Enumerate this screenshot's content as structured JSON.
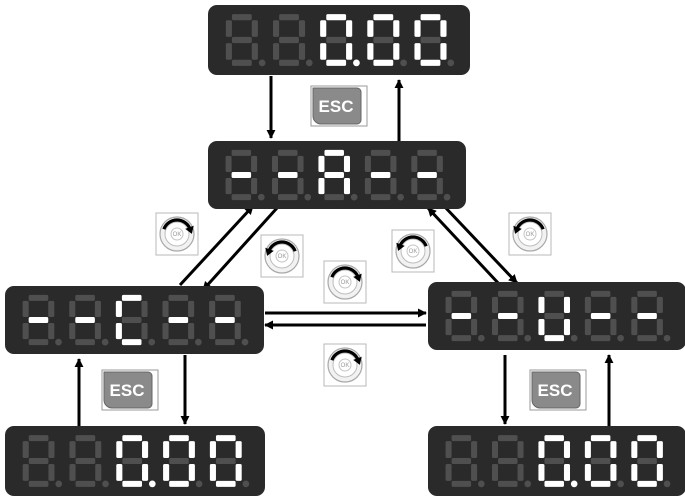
{
  "displays": [
    {
      "name": "display-top-value",
      "digits": [
        "8",
        "8",
        "0",
        "0",
        "0"
      ],
      "lit": [
        false,
        false,
        true,
        true,
        true
      ],
      "dot_lit": [
        false,
        false,
        true,
        false,
        false
      ]
    },
    {
      "name": "display-menu-a",
      "digits": [
        "-",
        "-",
        "A",
        "-",
        "-"
      ],
      "lit": [
        true,
        true,
        true,
        true,
        true
      ],
      "dot_lit": [
        false,
        false,
        false,
        false,
        false
      ]
    },
    {
      "name": "display-menu-c",
      "digits": [
        "-",
        "-",
        "C",
        "-",
        "-"
      ],
      "lit": [
        true,
        true,
        true,
        true,
        true
      ],
      "dot_lit": [
        false,
        false,
        false,
        false,
        false
      ]
    },
    {
      "name": "display-menu-u",
      "digits": [
        "-",
        "-",
        "U",
        "-",
        "-"
      ],
      "lit": [
        true,
        true,
        true,
        true,
        true
      ],
      "dot_lit": [
        false,
        false,
        false,
        false,
        false
      ]
    },
    {
      "name": "display-bottom-left-value",
      "digits": [
        "8",
        "8",
        "0",
        "0",
        "0"
      ],
      "lit": [
        false,
        false,
        true,
        true,
        true
      ],
      "dot_lit": [
        false,
        false,
        true,
        false,
        false
      ]
    },
    {
      "name": "display-bottom-right-value",
      "digits": [
        "8",
        "8",
        "0",
        "0",
        "0"
      ],
      "lit": [
        false,
        false,
        true,
        true,
        true
      ],
      "dot_lit": [
        false,
        false,
        true,
        false,
        false
      ]
    }
  ],
  "buttons": [
    {
      "name": "esc-button-top",
      "label": "ESC"
    },
    {
      "name": "esc-button-bottom-left",
      "label": "ESC"
    },
    {
      "name": "esc-button-bottom-right",
      "label": "ESC"
    }
  ],
  "ok_knobs": [
    {
      "name": "ok-knob-clockwise-left",
      "label": "OK",
      "direction": "clockwise"
    },
    {
      "name": "ok-knob-counterclockwise-left",
      "label": "OK",
      "direction": "counterclockwise"
    },
    {
      "name": "ok-knob-counterclockwise-center",
      "label": "OK",
      "direction": "counterclockwise"
    },
    {
      "name": "ok-knob-clockwise-center-bottom",
      "label": "OK",
      "direction": "clockwise"
    },
    {
      "name": "ok-knob-counterclockwise-right",
      "label": "OK",
      "direction": "counterclockwise"
    },
    {
      "name": "ok-knob-clockwise-right",
      "label": "OK",
      "direction": "clockwise"
    }
  ],
  "colors": {
    "panel": "#2a2a2a",
    "segment_on": "#ffffff",
    "segment_off": "#4f4f4f",
    "esc_button": "#8a8a8a",
    "arrow": "#000000"
  }
}
